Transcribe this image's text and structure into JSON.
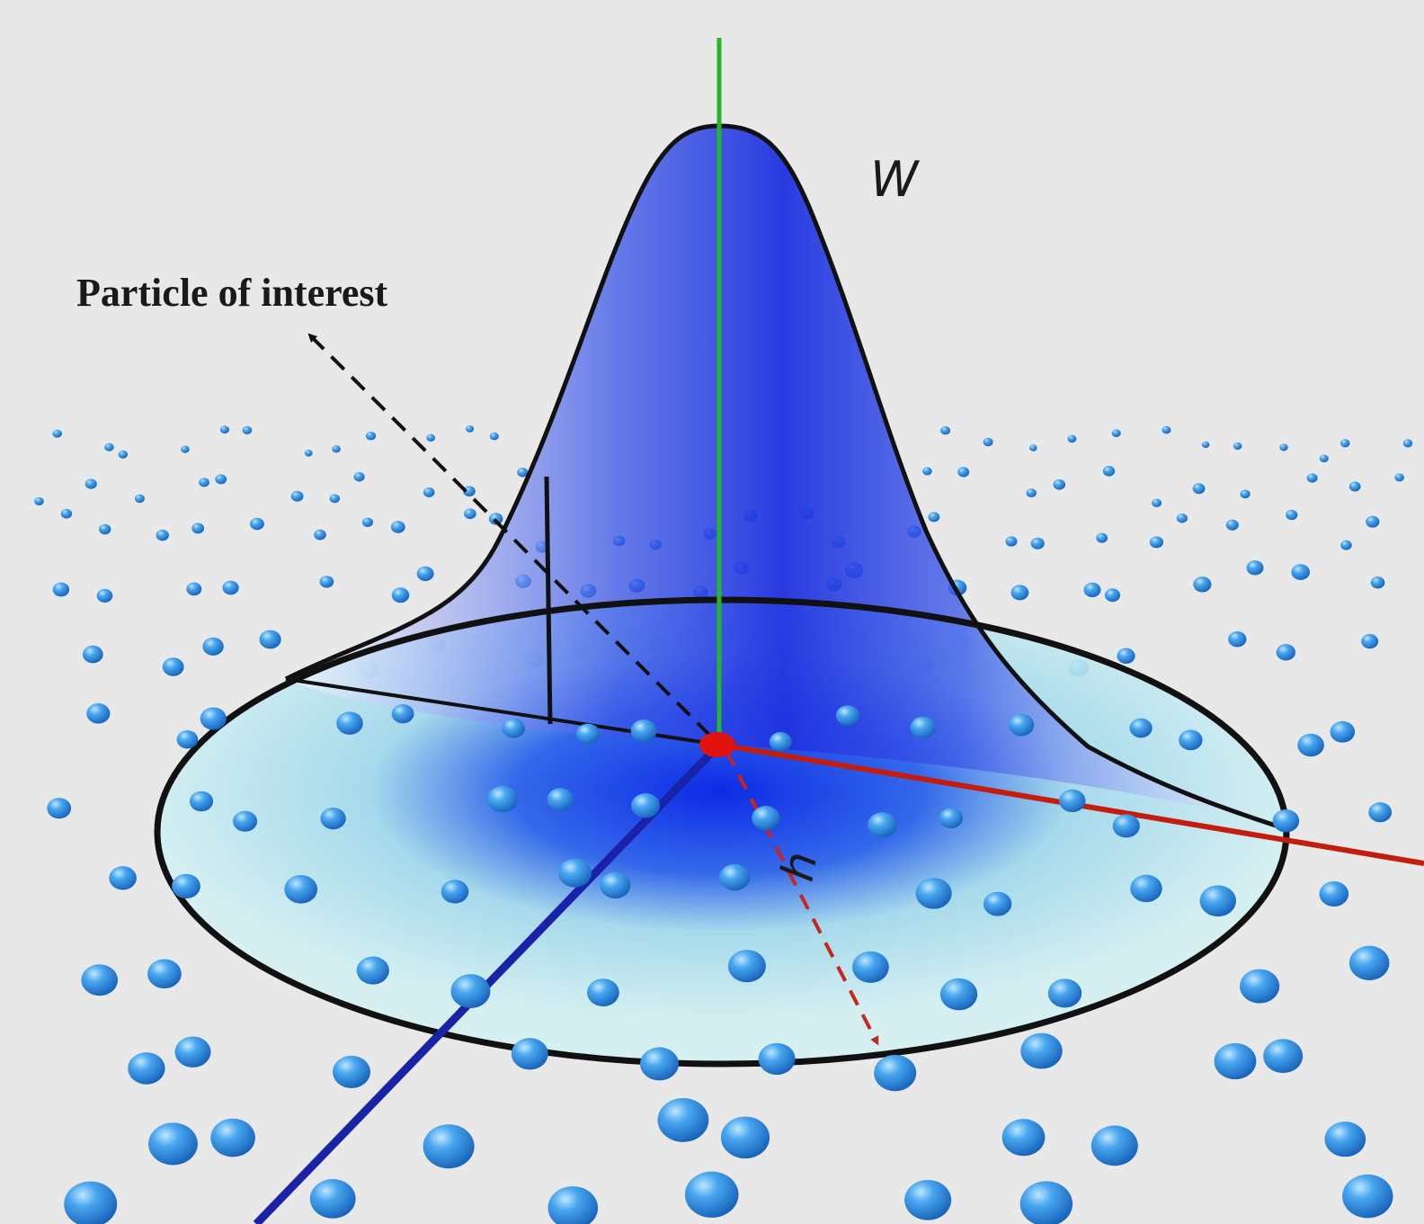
{
  "labels": {
    "particle_of_interest": "Particle of interest",
    "kernel": "W",
    "smoothing_length": "h"
  },
  "colors": {
    "background": "#e8e8e8",
    "kernel_fill": "#1f32e0",
    "support_fill": "#cfeff2",
    "particle": "#2f8fe0",
    "particle_highlight": "#8fd4ff",
    "center_particle": "#e0140c",
    "vertical_axis": "#25b52a",
    "red_axis": "#c41d0e",
    "blue_axis": "#1a22a8",
    "h_arrow": "#c8251c",
    "outline": "#111111"
  }
}
